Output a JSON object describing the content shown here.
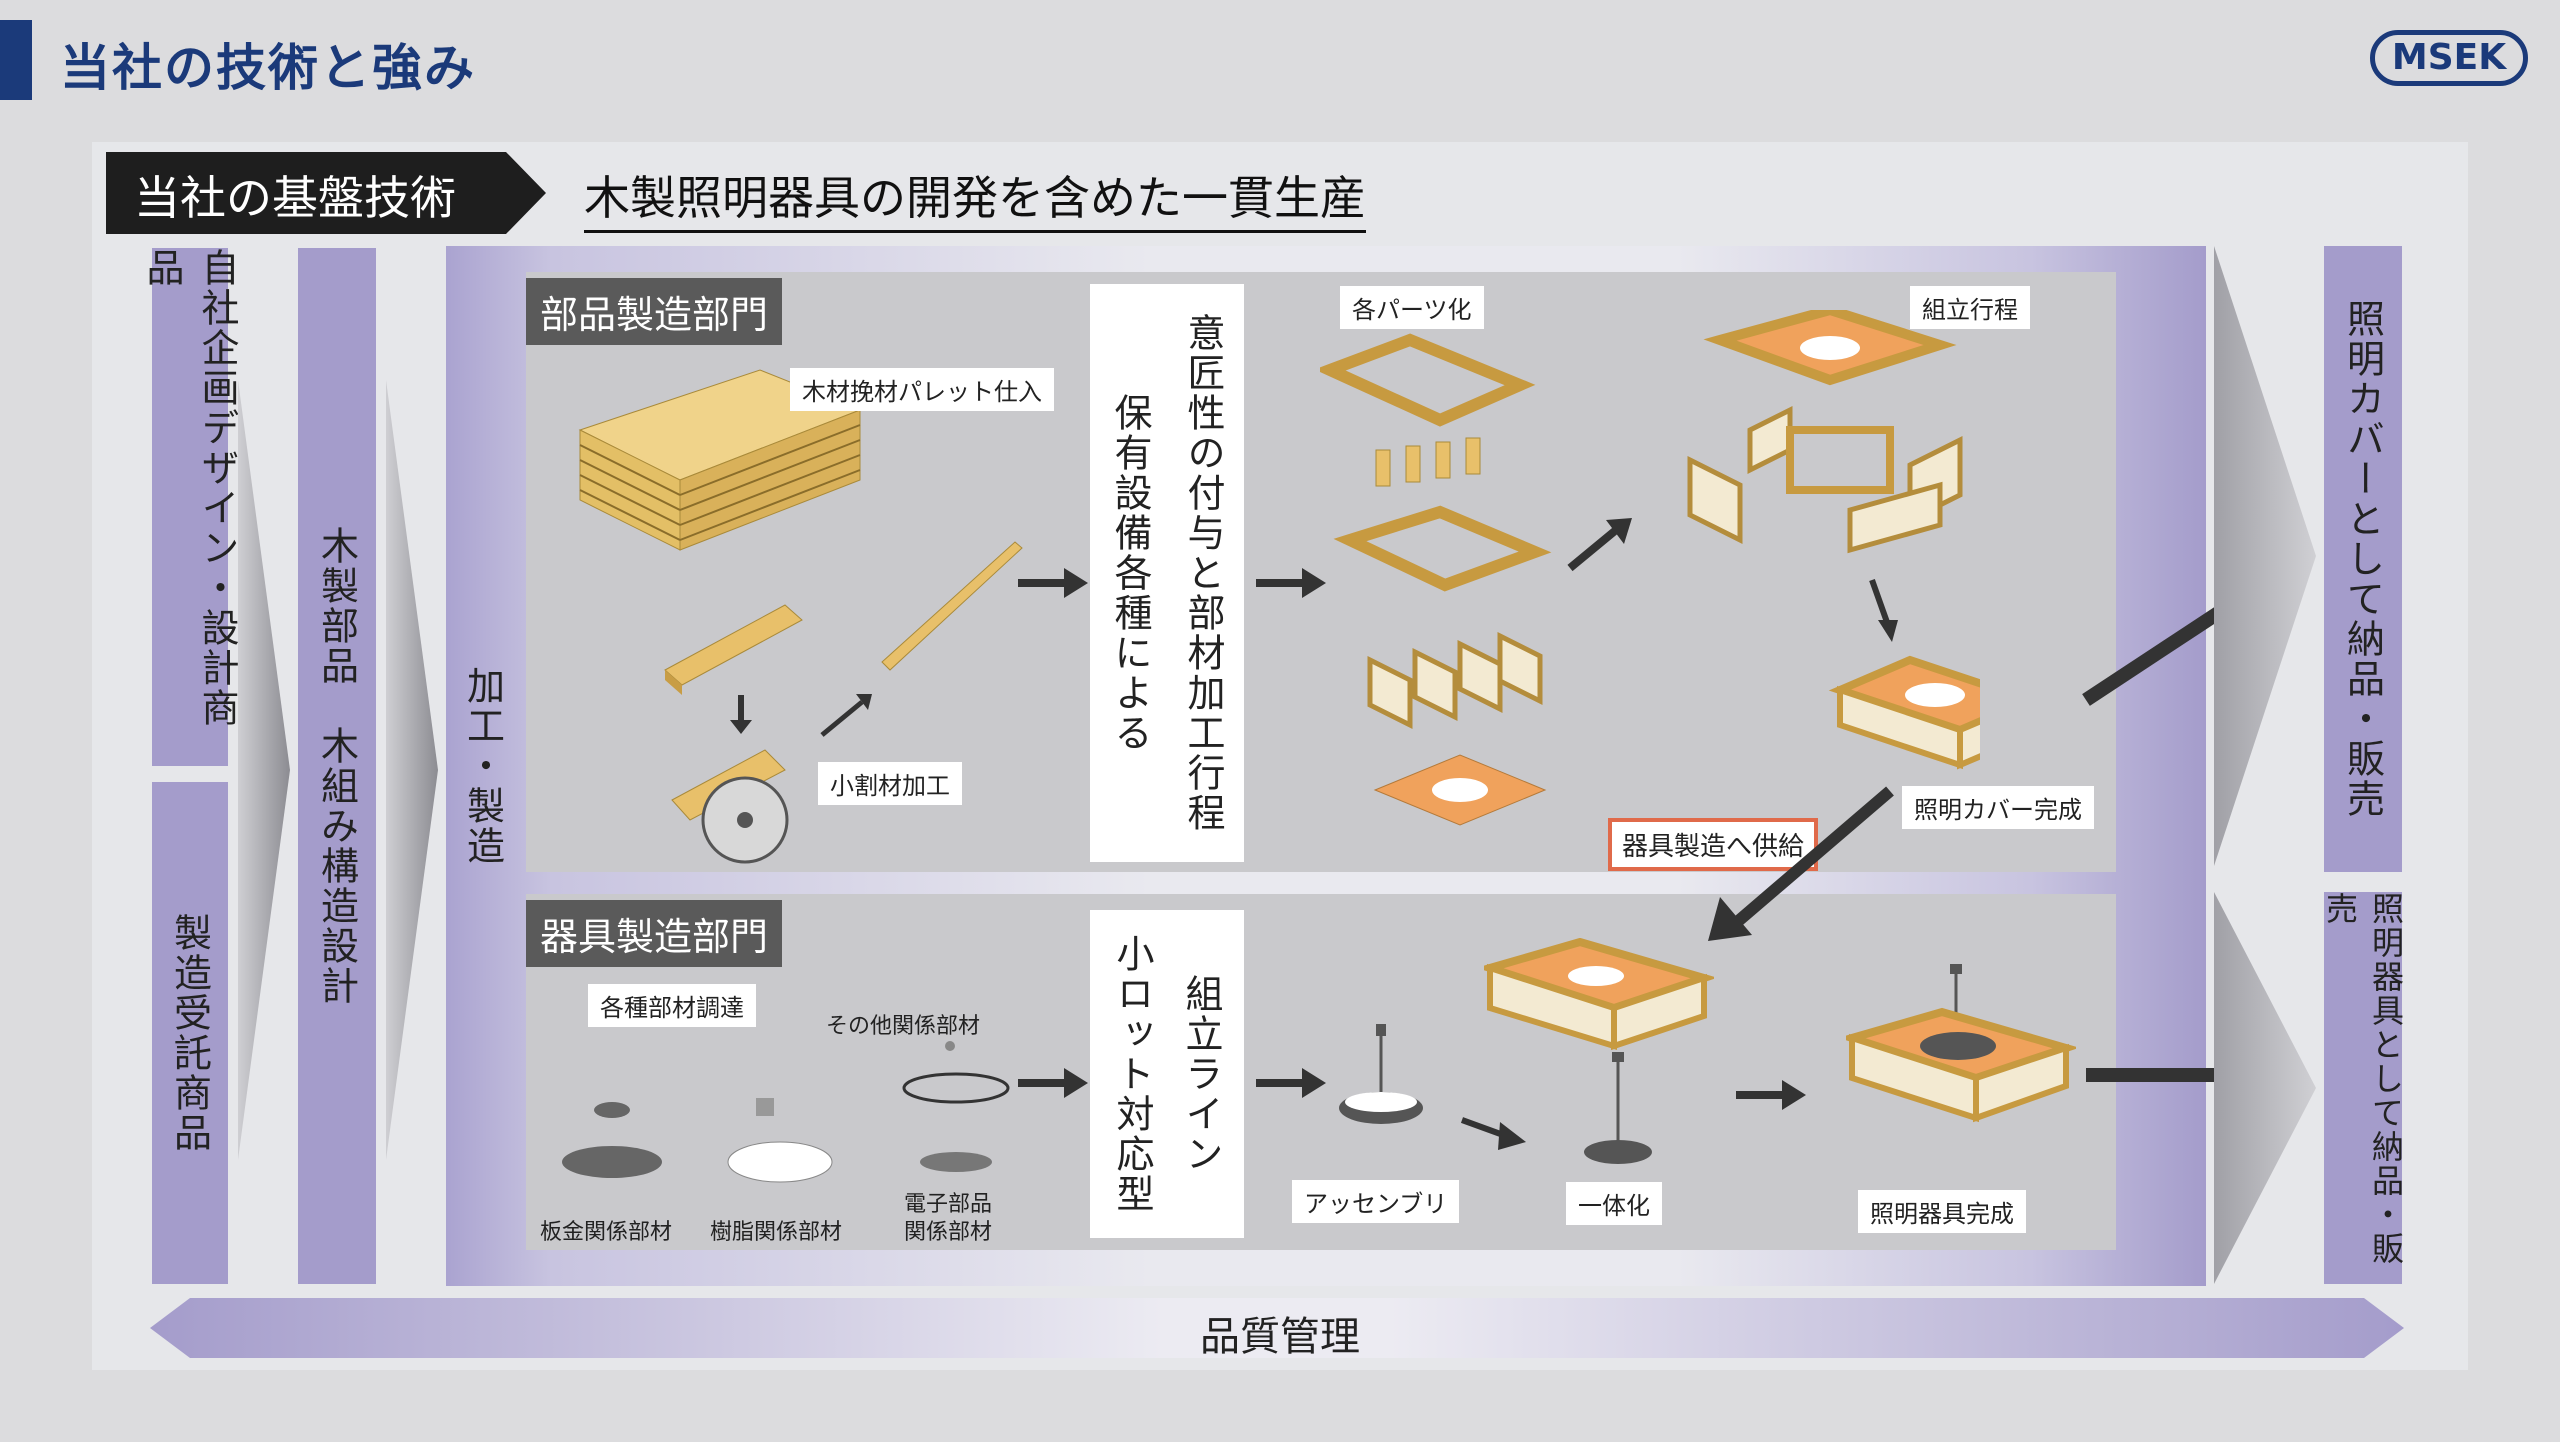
{
  "header": {
    "title": "当社の技術と強み",
    "logo": "MSEK"
  },
  "banner": {
    "tag": "当社の基盤技術",
    "heading": "木製照明器具の開発を含めた一貫生産"
  },
  "left": {
    "col1_top": "自社企画デザイン・設計商品",
    "col1_bottom": "製造受託商品",
    "col2": "木製部品　木組み構造設計",
    "col3": "加工・製造"
  },
  "parts": {
    "title": "部品製造部門",
    "pallet": "木材挽材パレット仕入",
    "small_cut": "小割材加工",
    "process_col_a": "保有設備各種による",
    "process_col_b": "意匠性の付与と部材加工行程",
    "parts_label": "各パーツ化",
    "assembly_label": "組立行程",
    "cover_done": "照明カバー完成",
    "supply": "器具製造へ供給"
  },
  "fixture": {
    "title": "器具製造部門",
    "procure": "各種部材調達",
    "other": "その他関係部材",
    "metal": "板金関係部材",
    "resin": "樹脂関係部材",
    "electronic_1": "電子部品",
    "electronic_2": "関係部材",
    "line_col_a": "小ロット対応型",
    "line_col_b": "組立ライン",
    "assembly": "アッセンブリ",
    "integrate": "一体化",
    "fixture_done": "照明器具完成"
  },
  "right": {
    "top": "照明カバーとして納品・販売",
    "bottom": "照明器具として納品・販売"
  },
  "footer": {
    "quality": "品質管理"
  },
  "colors": {
    "accent": "#1b3a7a",
    "lavender": "#a49ccb",
    "supply_border": "#e06a4a",
    "wood": "#e8c06a",
    "orange_panel": "#f0a25c"
  }
}
